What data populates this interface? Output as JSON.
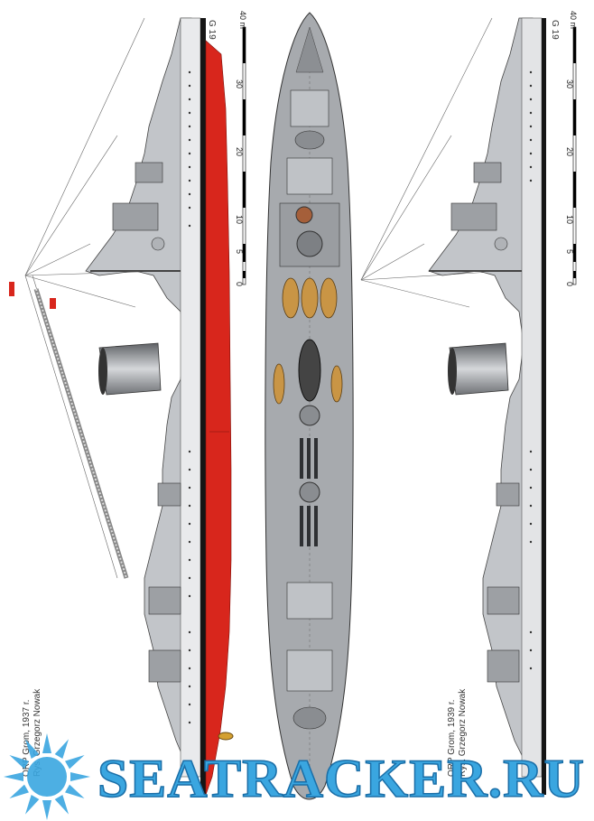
{
  "drawings": {
    "left_caption_line1": "ORP Grom, 1937 r.",
    "left_caption_line2": "Rys. Grzegorz Nowak",
    "right_caption_line1": "ORP Grom, 1939 r.",
    "right_caption_line2": "Rys. Grzegorz Nowak",
    "hull_mark": "G 19",
    "scale_labels": [
      "40 m",
      "30",
      "20",
      "10",
      "5",
      "0"
    ]
  },
  "watermark": {
    "text": "SEATRACKER.RU"
  },
  "colors": {
    "hull_red": "#d8261c",
    "hull_grey": "#b9bcc0",
    "deck_grey": "#a7aaae",
    "boat_wood": "#c99545",
    "watermark_blue": "#3aa6e0"
  }
}
